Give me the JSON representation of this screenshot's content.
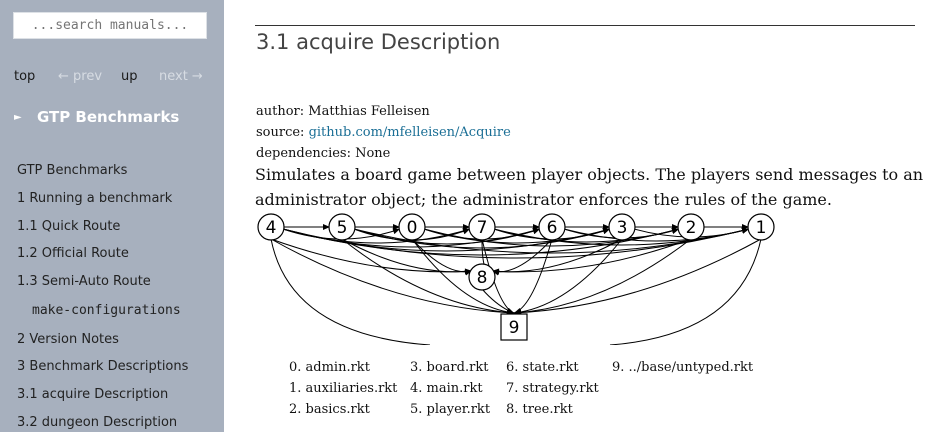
{
  "sidebar": {
    "search_placeholder": "...search manuals...",
    "nav": {
      "top": "top",
      "prev": "← prev",
      "up": "up",
      "next": "next →"
    },
    "section_marker": "►",
    "section_title": "GTP Benchmarks",
    "toc": [
      "GTP Benchmarks",
      "1  Running a benchmark",
      "1.1  Quick Route",
      "1.2  Official Route",
      "1.3  Semi-Auto Route",
      "make-configurations",
      "2  Version Notes",
      "3  Benchmark Descriptions",
      "3.1  acquire Description",
      "3.2  dungeon Description"
    ]
  },
  "main": {
    "title": "3.1  acquire Description",
    "author_label": "author: Matthias Felleisen",
    "source_label": "source: ",
    "source_link": "github.com/mfelleisen/Acquire",
    "dependencies": "dependencies: None",
    "desc_line1": "Simulates a board game between player objects. The players send messages to an",
    "desc_line2": "administrator object; the administrator enforces the rules of the game."
  },
  "graph": {
    "nodes": [
      "4",
      "5",
      "0",
      "7",
      "6",
      "3",
      "2",
      "1",
      "8",
      "9"
    ]
  },
  "legend": [
    [
      "0. admin.rkt",
      "1. auxiliaries.rkt",
      "2. basics.rkt"
    ],
    [
      "3. board.rkt",
      "4. main.rkt",
      "5. player.rkt"
    ],
    [
      "6. state.rkt",
      "7. strategy.rkt",
      "8. tree.rkt"
    ],
    [
      "9. ../base/untyped.rkt"
    ]
  ]
}
